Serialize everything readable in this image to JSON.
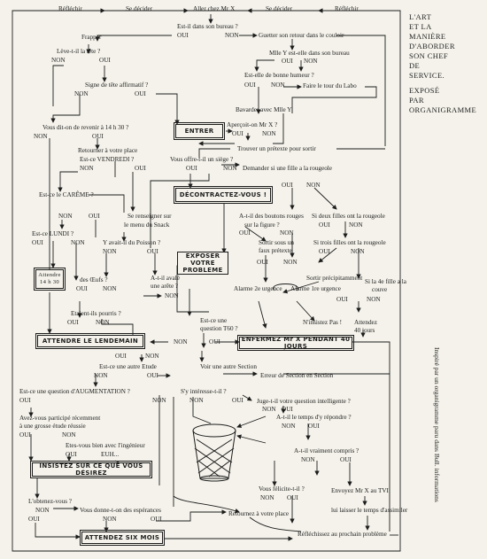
{
  "side_title": [
    "L'ART",
    "ET LA",
    "MANIÈRE",
    "D'ABORDER",
    "SON CHEF",
    "DE",
    "SERVICE.",
    "EXPOSÉ",
    "PAR",
    "ORGANIGRAMME"
  ],
  "credit": "Inspiré par un organigramme paru dans Bull. informations",
  "top_bar": {
    "reflechir_l": "Réfléchir",
    "se_decider_l": "Se décider",
    "aller_chez": "Aller chez Mr X",
    "se_decider_r": "Se décider",
    "reflechir_r": "Réfléchir"
  },
  "labels": {
    "est_il_bureau": "Est-il dans son bureau ?",
    "oui": "OUI",
    "non": "NON",
    "guetter": "Guetter son retour dans le couloir",
    "frapper": "Frapper",
    "leve_tete": "Lève-t-il la tête ?",
    "mlle_y_bureau": "Mlle Y est-elle dans son bureau",
    "signe_tete": "Signe de tête affirmatif ?",
    "bonne_humeur": "Est-elle de bonne humeur ?",
    "tour_labo": "Faire le tour du Labo",
    "bavarder": "Bavarder avec Mlle Y",
    "revenir_14h30": "Vous dit-on de revenir à 14 h 30 ?",
    "apercoit": "Aperçoit-on Mr X ?",
    "retourner_place": "Retourner à votre place",
    "est_ce_vendredi": "Est-ce VENDREDI ?",
    "trouver_pretexte": "Trouver un prétexte pour sortir",
    "offre_siege": "Vous offre-t-il un siège ?",
    "demander_fille": "Demander si une fille a la rougeole",
    "careme": "Est-ce le CARÊME ?",
    "boutons_rouges": "A-t-il des boutons rouges",
    "sur_la_figure": "sur la figure ?",
    "deux_filles": "Si deux filles ont la rougeole",
    "renseigner": "Se renseigner sur",
    "menu_snack": "le menu du Snack",
    "est_ce_lundi": "Est-ce LUNDI ?",
    "poisson": "Y avait-il du Poisson ?",
    "sortir_faux": "Sortir sous un",
    "faux_pretexte": "faux prétexte",
    "trois_filles": "Si trois filles ont la rougeole",
    "quatrieme": "Si la 4e fille a la",
    "couve": "couve",
    "oeufs": "des Œufs ?",
    "avale_arete": "A-t-il avalé",
    "une_arete": "une arête ?",
    "sortir_precip": "Sortir précipitamment",
    "alarme_2": "Alarme 2e urgence",
    "alarme_1": "Alarme 1re urgence",
    "etaient_pourris": "Etaient-ils pourris ?",
    "nirsistez": "N'insistez Pas !",
    "attendez_40": "Attendez",
    "jours_40": "40 jours",
    "question_t60": "Est-ce une",
    "question_t60b": "question T60 ?",
    "autre_etude": "Est-ce une autre Etude",
    "voir_section": "Voir une autre Section",
    "erreur_section": "Erreur de Section en Section",
    "augmentation": "Est-ce une question d'AUGMENTATION ?",
    "interesse": "S'y intéresse-t-il ?",
    "juge_intel": "Juge-t-il votre question intelligente ?",
    "temps_repondre": "A-t-il le temps d'y répondre ?",
    "participe": "Avez-vous participé récemment",
    "grosse_etude": "à une grosse étude réussie",
    "ingenieur": "Etes-vous bien avec l'ingénieur",
    "euh": "EUH...",
    "vraiment_compris": "A-t-il vraiment compris ?",
    "obtenez": "L'obtenez-vous ?",
    "felicite": "Vous félicite-t-il ?",
    "envoyez_tvi": "Envoyez Mr X au TVI",
    "esperances": "Vous donne-t-on des espérances",
    "laisser_temps": "lui laisser le temps d'assimiler",
    "retournez_place": "Retournez à votre place",
    "reflechissez": "Réfléchissez au prochain problème"
  },
  "boxes": {
    "entrer": "ENTRER",
    "decontractez": "DÉCONTRACTEZ-VOUS !",
    "exposer": "EXPOSER VOTRE PROBLEME",
    "attendre_14h30": "Attendre 14 h 30",
    "attendre_lendemain": "ATTENDRE LE LENDEMAIN",
    "enfermez": "ENFERMEZ Mr X PENDANT 40 JOURS",
    "insistez": "INSISTEZ SUR CE QUE VOUS DÉSIREZ",
    "attendez_six": "ATTENDEZ SIX MOIS"
  }
}
